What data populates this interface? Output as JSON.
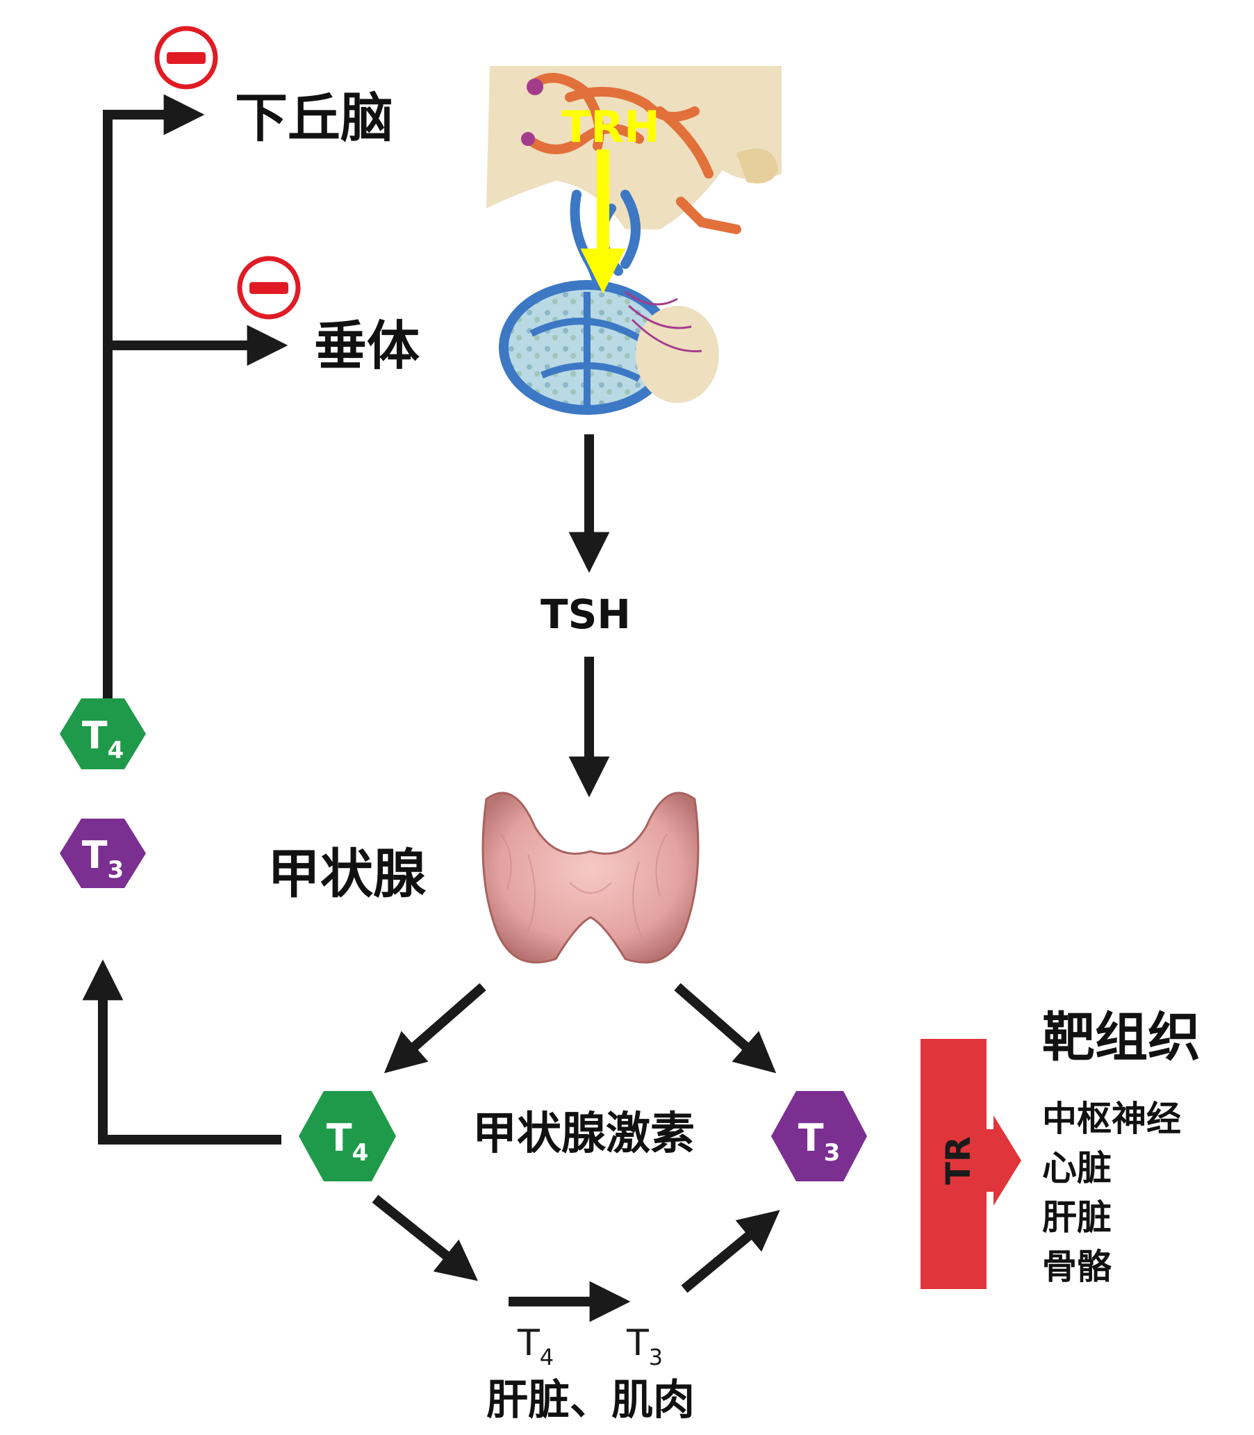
{
  "labels": {
    "hypothalamus": "下丘脑",
    "pituitary": "垂体",
    "trh": "TRH",
    "tsh": "TSH",
    "thyroid": "甲状腺",
    "thyroid_hormone": "甲状腺激素",
    "target_tissue": "靶组织",
    "receptor": "TR",
    "liver_muscle": "肝脏、肌肉"
  },
  "hormones": {
    "t4": {
      "base": "T",
      "sub": "4"
    },
    "t3": {
      "base": "T",
      "sub": "3"
    }
  },
  "targets": [
    "中枢神经",
    "心脏",
    "肝脏",
    "骨骼"
  ],
  "colors": {
    "t4_green": "#1e9a4a",
    "t3_purple": "#7b2f91",
    "receptor_red": "#e0353b",
    "inhibit_red": "#e01b24",
    "trh_yellow": "#ffff00",
    "arrow": "#1a1a1a"
  },
  "icons": [
    "minus-circle-icon",
    "minus-circle-icon"
  ]
}
